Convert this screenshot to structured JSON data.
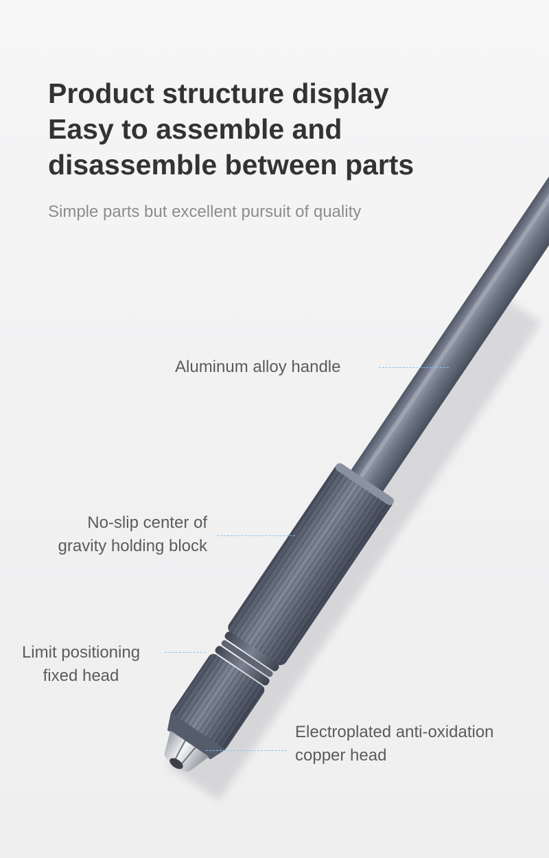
{
  "heading": {
    "lines": [
      "Product structure display",
      "Easy to assemble and",
      "disassemble between parts"
    ],
    "subtitle": "Simple parts but excellent pursuit of quality"
  },
  "callouts": {
    "handle": {
      "lines": [
        "Aluminum alloy handle"
      ]
    },
    "holding_block": {
      "lines": [
        "No-slip center of",
        "gravity holding block"
      ]
    },
    "fixed_head": {
      "lines": [
        "Limit positioning",
        "fixed head"
      ]
    },
    "copper_head": {
      "lines": [
        "Electroplated anti-oxidation",
        "copper head"
      ]
    }
  },
  "colors": {
    "heading": "#333333",
    "subtitle": "#8c8c8c",
    "label": "#5b5b5b",
    "leader_line": "#7fc3ef",
    "tool_metal": "#6f7787"
  }
}
